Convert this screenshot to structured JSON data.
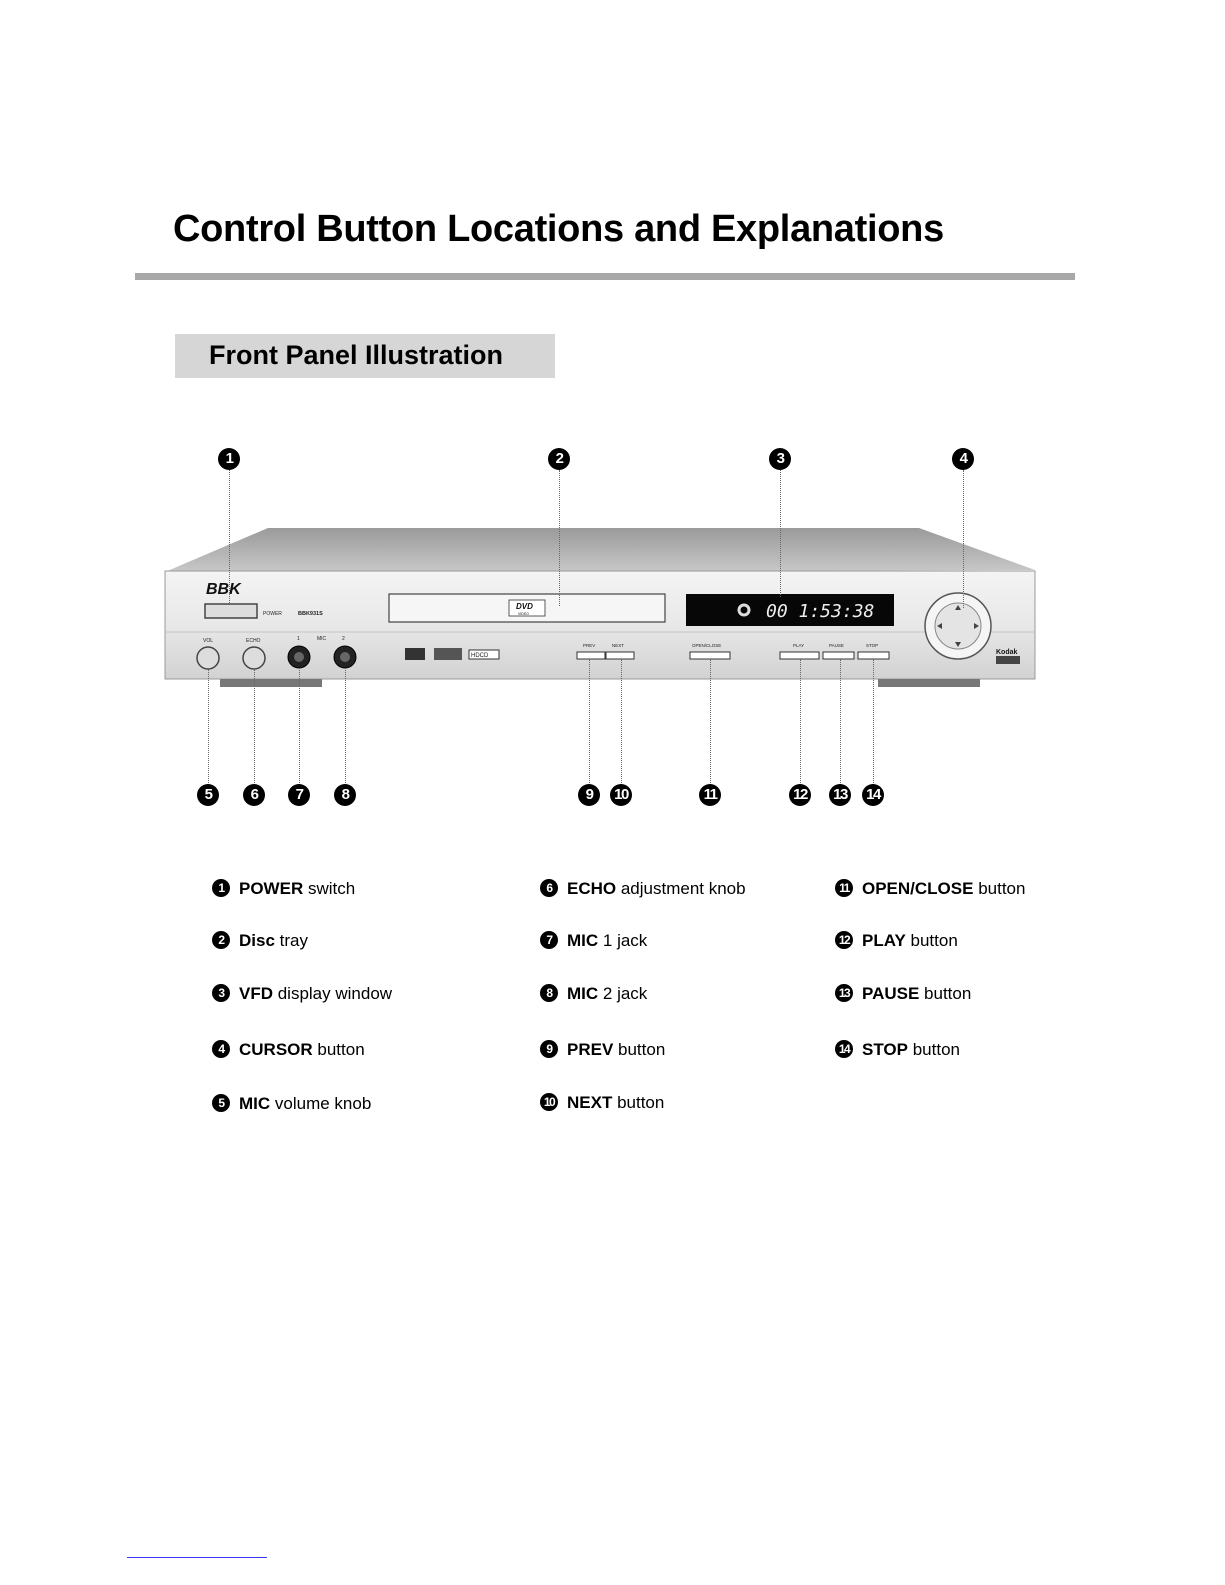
{
  "page": {
    "title": "Control Button Locations and Explanations",
    "section_title": "Front Panel Illustration"
  },
  "device": {
    "brand": "BBK",
    "model": "BBK931S",
    "power_label": "POWER",
    "vol_label": "VOL",
    "echo_label": "ECHO",
    "mic_label": "MIC",
    "mic_1": "1",
    "mic_2": "2",
    "dvd_logo": "DVD",
    "dvd_sub": "VIDEO",
    "vfd_text": "00 1:53:38",
    "prev_label": "PREV",
    "next_label": "NEXT",
    "open_close_label": "OPEN/CLOSE",
    "play_label": "PLAY",
    "pause_label": "PAUSE",
    "stop_label": "STOP",
    "hdcd_label": "HDCD",
    "kodak_label": "Kodak"
  },
  "callouts": [
    "1",
    "2",
    "3",
    "4",
    "5",
    "6",
    "7",
    "8",
    "9",
    "10",
    "11",
    "12",
    "13",
    "14"
  ],
  "legend": [
    {
      "num": "1",
      "bold": "POWER",
      "rest": " switch"
    },
    {
      "num": "2",
      "bold": "Disc",
      "rest": " tray"
    },
    {
      "num": "3",
      "bold": "VFD",
      "rest": " display window"
    },
    {
      "num": "4",
      "bold": "CURSOR",
      "rest": " button"
    },
    {
      "num": "5",
      "bold": "MIC",
      "rest": " volume knob"
    },
    {
      "num": "6",
      "bold": "ECHO",
      "rest": " adjustment knob"
    },
    {
      "num": "7",
      "bold": "MIC",
      "rest": " 1 jack"
    },
    {
      "num": "8",
      "bold": "MIC",
      "rest": " 2 jack"
    },
    {
      "num": "9",
      "bold": "PREV",
      "rest": " button"
    },
    {
      "num": "10",
      "bold": "NEXT",
      "rest": " button"
    },
    {
      "num": "11",
      "bold": "OPEN/CLOSE",
      "rest": " button"
    },
    {
      "num": "12",
      "bold": "PLAY",
      "rest": " button"
    },
    {
      "num": "13",
      "bold": "PAUSE",
      "rest": " button"
    },
    {
      "num": "14",
      "bold": "STOP",
      "rest": " button"
    }
  ]
}
